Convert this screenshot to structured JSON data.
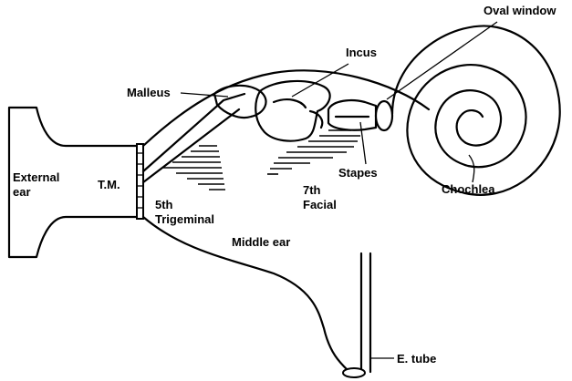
{
  "labels": {
    "oval_window": "Oval window",
    "incus": "Incus",
    "malleus": "Malleus",
    "external_ear_1": "External",
    "external_ear_2": "ear",
    "tm": "T.M.",
    "trigeminal_1": "5th",
    "trigeminal_2": "Trigeminal",
    "facial_1": "7th",
    "facial_2": "Facial",
    "stapes": "Stapes",
    "cochlea": "Chochlea",
    "middle_ear": "Middle ear",
    "e_tube": "E. tube"
  }
}
